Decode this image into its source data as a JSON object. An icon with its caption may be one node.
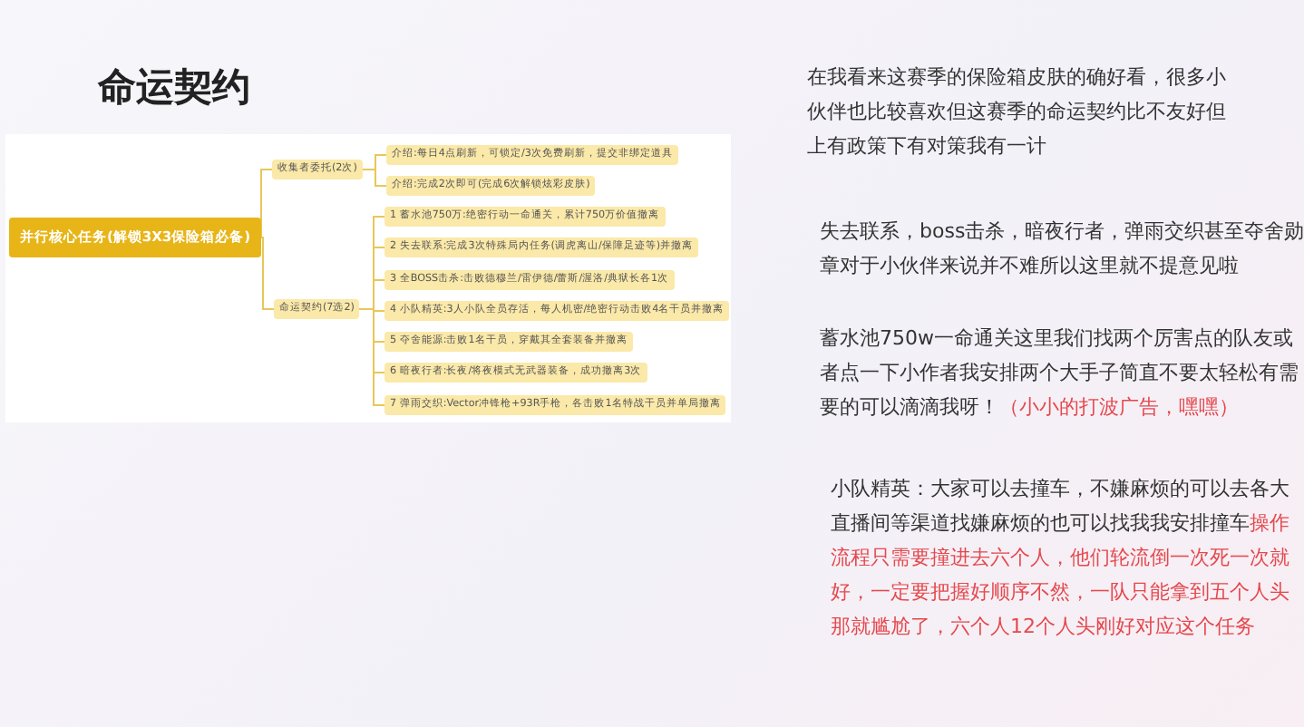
{
  "diagram": {
    "title": "命运契约",
    "nodes": [
      {
        "text": [
          "并行核心任务(解锁3X3保险箱必备)"
        ]
      },
      {
        "text": [
          "收集者委托(2次)"
        ]
      },
      {
        "text": [
          "命运契约(7选2)"
        ]
      },
      {
        "text": [
          "介绍:每日4点刷新，可锁定/3次免费刷新，提交非绑定道具"
        ]
      },
      {
        "text": [
          "介绍:完成2次即可(完成6次解锁炫彩皮肤)"
        ]
      },
      {
        "text": [
          "1 蓄水池750万:绝密行动一命通关，累计750万价值撤离"
        ]
      },
      {
        "text": [
          "2 失去联系:完成3次特殊局内任务(调虎离山/保障足迹等)并撤离"
        ]
      },
      {
        "text": [
          "3 全BOSS击杀:击败德穆兰/雷伊德/蕾斯/渥洛/典狱长各1次"
        ]
      },
      {
        "text": [
          "4 小队精英:3人小队全员存活，每人机密/绝密行动击败4名干员并撤离"
        ]
      },
      {
        "text": [
          "5 夺舍能源:击败1名干员，穿戴其全套装备并撤离"
        ]
      },
      {
        "text": [
          "6 暗夜行者:长夜/将夜模式无武器装备，成功撤离3次"
        ]
      },
      {
        "text": [
          "7 弹雨交织:Vector冲锋枪+93R手枪，各击败1名特战干员并单局撤离"
        ]
      }
    ],
    "edges": [
      {
        "from": 0,
        "to": 1,
        "arrow": "none"
      },
      {
        "from": 0,
        "to": 2,
        "arrow": "none"
      },
      {
        "from": 1,
        "to": 3,
        "arrow": "none"
      },
      {
        "from": 1,
        "to": 4,
        "arrow": "none"
      },
      {
        "from": 2,
        "to": 5,
        "arrow": "none"
      },
      {
        "from": 2,
        "to": 6,
        "arrow": "none"
      },
      {
        "from": 2,
        "to": 7,
        "arrow": "none"
      },
      {
        "from": 2,
        "to": 8,
        "arrow": "none"
      },
      {
        "from": 2,
        "to": 9,
        "arrow": "none"
      },
      {
        "from": 2,
        "to": 10,
        "arrow": "none"
      },
      {
        "from": 2,
        "to": 11,
        "arrow": "none"
      }
    ],
    "labels": [
      "在我看来这赛季的保险箱皮肤的确好看，很多小伙伴也比较喜欢但这赛季的命运契约比不友好但上有政策下有对策我有一计",
      "失去联系，boss击杀，暗夜行者，弹雨交织甚至夺舍勋章对于小伙伴来说并不难所以这里就不提意见啦",
      "蓄水池750w一命通关这里我们找两个厉害点的队友或者点一下小作者我安排两个大手子简直不要太轻松有需要的可以滴滴我呀！",
      "（小小的打波广告，嘿嘿）",
      "小队精英：大家可以去撞车，不嫌麻烦的可以去各大直播间等渠道找嫌麻烦的也可以找我我安排撞车",
      "操作流程只需要撞进去六个人，他们轮流倒一次死一次就好，一定要把握好顺序不然，一队只能拿到五个人头那就尴尬了，六个人12个人头刚好对应这个任务"
    ]
  }
}
